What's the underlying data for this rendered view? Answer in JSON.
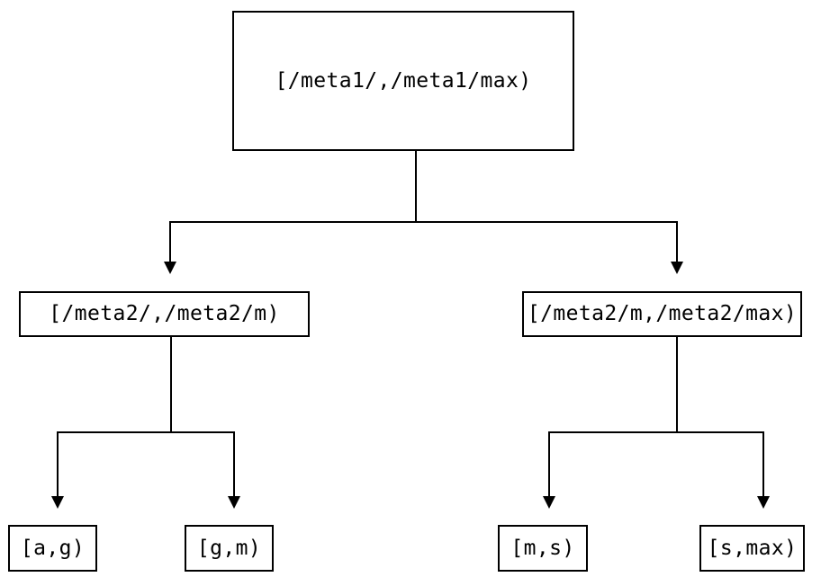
{
  "diagram": {
    "type": "tree",
    "title": "",
    "orientation": "top-down",
    "colors": {
      "stroke": "#000000",
      "fill": "#ffffff",
      "background": "#ffffff",
      "text": "#000000"
    },
    "nodes": {
      "root": {
        "id": "root",
        "label": "[/meta1/,/meta1/max)",
        "level": 0
      },
      "meta2_low": {
        "id": "meta2_low",
        "label": "[/meta2/,/meta2/m)",
        "level": 1
      },
      "meta2_high": {
        "id": "meta2_high",
        "label": "[/meta2/m,/meta2/max)",
        "level": 1
      },
      "leaf_ag": {
        "id": "leaf_ag",
        "label": "[a,g)",
        "level": 2
      },
      "leaf_gm": {
        "id": "leaf_gm",
        "label": "[g,m)",
        "level": 2
      },
      "leaf_ms": {
        "id": "leaf_ms",
        "label": "[m,s)",
        "level": 2
      },
      "leaf_smax": {
        "id": "leaf_smax",
        "label": "[s,max)",
        "level": 2
      }
    },
    "edges": [
      {
        "from": "root",
        "to": "meta2_low",
        "arrow": "to"
      },
      {
        "from": "root",
        "to": "meta2_high",
        "arrow": "to"
      },
      {
        "from": "meta2_low",
        "to": "leaf_ag",
        "arrow": "to"
      },
      {
        "from": "meta2_low",
        "to": "leaf_gm",
        "arrow": "to"
      },
      {
        "from": "meta2_high",
        "to": "leaf_ms",
        "arrow": "to"
      },
      {
        "from": "meta2_high",
        "to": "leaf_smax",
        "arrow": "to"
      }
    ]
  }
}
